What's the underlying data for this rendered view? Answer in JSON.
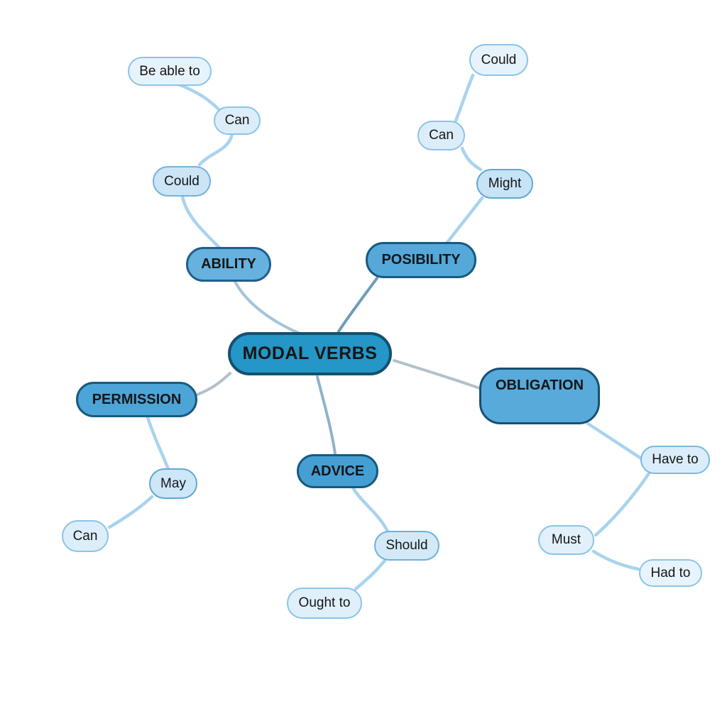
{
  "diagram_title": "MODAL VERBS",
  "structure": {
    "root": "MODAL VERBS",
    "branches": [
      {
        "label": "ABILITY",
        "children": [
          "Could",
          "Can",
          "Be able to"
        ]
      },
      {
        "label": "POSIBILITY",
        "children": [
          "Might",
          "Can",
          "Could"
        ]
      },
      {
        "label": "PERMISSION",
        "children": [
          "May",
          "Can"
        ]
      },
      {
        "label": "ADVICE",
        "children": [
          "Should",
          "Ought to"
        ]
      },
      {
        "label": "OBLIGATION",
        "children": [
          "Have to",
          "Must",
          "Had to"
        ]
      }
    ]
  },
  "nodes": {
    "center": {
      "label": "MODAL VERBS",
      "fill": "#2496c7",
      "border": "#14506e"
    },
    "ability": {
      "label": "ABILITY",
      "fill": "#66b1de",
      "border": "#1c6090"
    },
    "posibility": {
      "label": "POSIBILITY",
      "fill": "#55a8da",
      "border": "#175a7f"
    },
    "permission": {
      "label": "PERMISSION",
      "fill": "#4da4d7",
      "border": "#175a7f"
    },
    "advice": {
      "label": "ADVICE",
      "fill": "#459fd3",
      "border": "#175a7f"
    },
    "obligation": {
      "label": "OBLIGATION",
      "fill": "#58aadb",
      "border": "#175073"
    },
    "be_able_to": {
      "label": "Be able to",
      "fill": "#e7f3fc",
      "border": "#8cc4e6"
    },
    "can_ability": {
      "label": "Can",
      "fill": "#dcedf9",
      "border": "#8cc4e6"
    },
    "could_ability": {
      "label": "Could",
      "fill": "#cbe5f7",
      "border": "#73b3dc"
    },
    "could_posibility": {
      "label": "Could",
      "fill": "#e7f3fc",
      "border": "#8cc4e6"
    },
    "can_posibility": {
      "label": "Can",
      "fill": "#dcedf9",
      "border": "#8cc4e6"
    },
    "might": {
      "label": "Might",
      "fill": "#c7e3f6",
      "border": "#5fa8d3"
    },
    "may": {
      "label": "May",
      "fill": "#cee7f8",
      "border": "#5fa8d3"
    },
    "can_permission": {
      "label": "Can",
      "fill": "#dceefa",
      "border": "#8cc4e6"
    },
    "should": {
      "label": "Should",
      "fill": "#d3e9f8",
      "border": "#6fb0da"
    },
    "ought_to": {
      "label": "Ought to",
      "fill": "#dff0fb",
      "border": "#8cc4e6"
    },
    "have_to": {
      "label": "Have to",
      "fill": "#dbedfa",
      "border": "#79badf"
    },
    "must": {
      "label": "Must",
      "fill": "#e1f0fb",
      "border": "#8cc4e6"
    },
    "had_to": {
      "label": "Had to",
      "fill": "#e8f4fd",
      "border": "#8cc4e6"
    }
  },
  "edges": {
    "leaf": {
      "color": "#a9d3ee"
    },
    "center_ability": {
      "color": "#a3c4da"
    },
    "center_posibility": {
      "color": "#6d9cbb"
    },
    "center_permission": {
      "color": "#b2c1cc"
    },
    "center_advice": {
      "color": "#8fb3c9"
    },
    "center_obligation": {
      "color": "#b2c1cc"
    }
  }
}
